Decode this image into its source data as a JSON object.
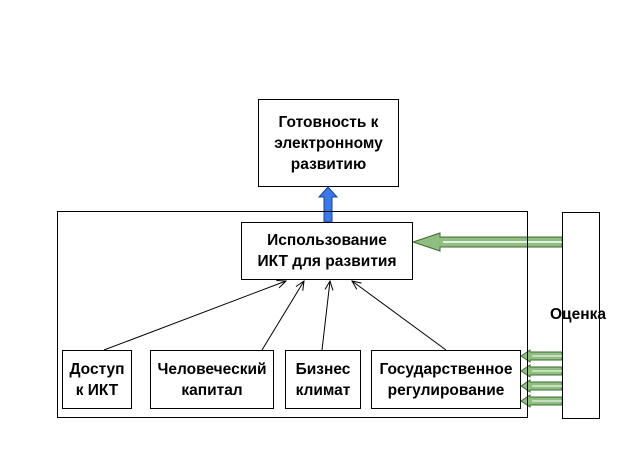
{
  "diagram": {
    "readiness": {
      "text": "Готовность к\nэлектронному\nразвитию"
    },
    "usage": {
      "text": "Использование\nИКТ для развития"
    },
    "factors": [
      {
        "text": "Доступ\nк ИКТ"
      },
      {
        "text": "Человеческий\nкапитал"
      },
      {
        "text": "Бизнес\nклимат"
      },
      {
        "text": "Государственное\nрегулирование"
      }
    ],
    "evaluation": {
      "text": "Оценка"
    }
  },
  "colors": {
    "outline": "#000000",
    "up_arrow_fill": "#3b78e7",
    "up_arrow_stroke": "#1a3f8f",
    "feedback_arrow_fill": "#8fbf80",
    "feedback_arrow_stroke": "#3f6a33",
    "feedback_arrow_core": "#ffffff"
  }
}
